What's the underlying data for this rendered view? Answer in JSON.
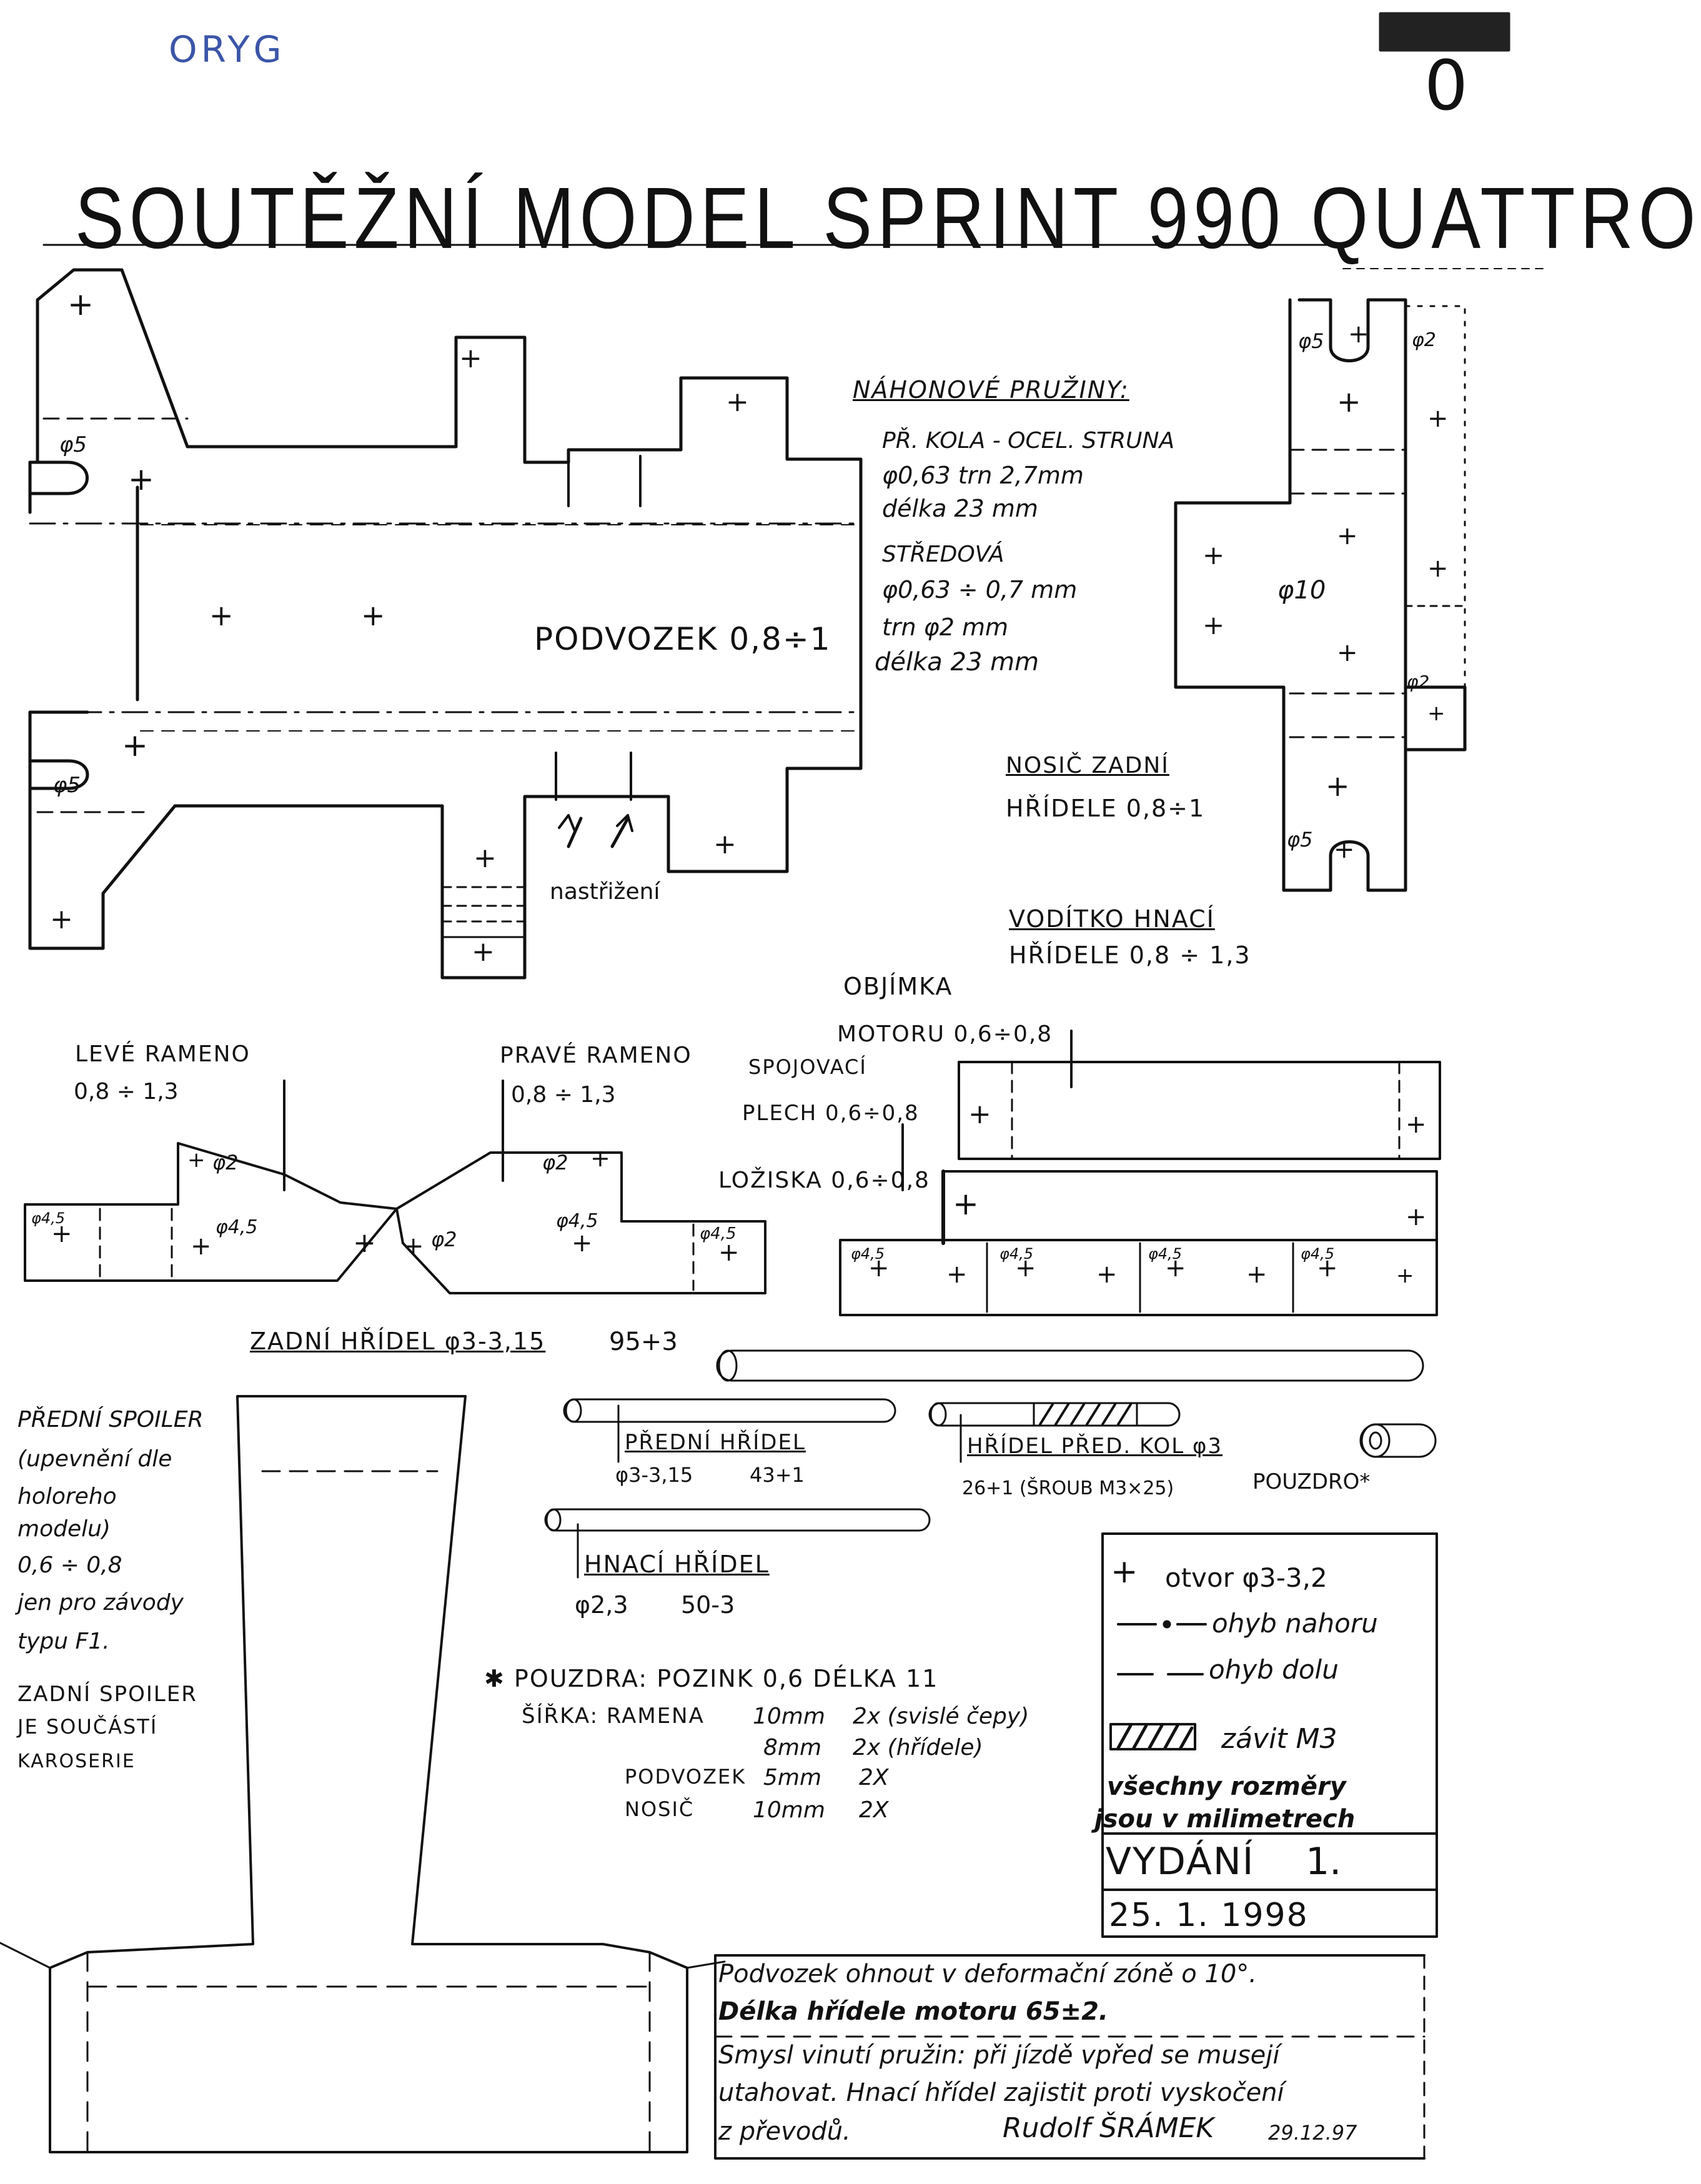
{
  "stamp": "ORYG",
  "sheet_tab_mark": "0",
  "title": "SOUTĚŽNÍ MODEL SPRINT 990 QUATTRO",
  "chassis": {
    "label": "PODVOZEK 0,8÷1",
    "hole_left_top": "φ5",
    "hole_left_bottom": "φ5",
    "cut_note": "nastřižení"
  },
  "springs": {
    "heading": "NÁHONOVÉ PRUŽINY:",
    "front_title": "PŘ. KOLA - OCEL. STRUNA",
    "front_line1": "φ0,63 trn 2,7mm",
    "front_line2": "délka 23 mm",
    "center_title": "STŘEDOVÁ",
    "center_line1": "φ0,63 ÷ 0,7 mm",
    "center_line2": "trn φ2 mm",
    "center_line3": "délka 23 mm"
  },
  "rear_carrier": {
    "hole_top_left": "φ5",
    "hole_top_right": "φ2",
    "hole_center": "φ10",
    "hole_side": "φ2",
    "hole_bottom": "φ5",
    "label_line1": "NOSIČ ZADNÍ",
    "label_line2": "HŘÍDELE 0,8÷1"
  },
  "drive_guide": {
    "line1": "VODÍTKO HNACÍ",
    "line2": "HŘÍDELE 0,8 ÷ 1,3"
  },
  "motor_bracket": {
    "line1": "OBJÍMKA",
    "line2": "MOTORU 0,6÷0,8"
  },
  "connecting_plate": {
    "line1": "SPOJOVACÍ",
    "line2": "PLECH 0,6÷0,8"
  },
  "bearings": {
    "label": "LOŽISKA 0,6÷0,8",
    "holes": [
      "φ4,5",
      "φ4,5",
      "φ4,5",
      "φ4,5"
    ]
  },
  "left_arm": {
    "line1": "LEVÉ RAMENO",
    "line2": "0,8 ÷ 1,3",
    "hole_small": "φ2",
    "hole_mid": "φ4,5",
    "hole_end": "φ4,5"
  },
  "right_arm": {
    "line1": "PRAVÉ RAMENO",
    "line2": "0,8 ÷ 1,3",
    "hole_small": "φ2",
    "hole_center": "φ2",
    "hole_mid": "φ4,5",
    "hole_end": "φ4,5"
  },
  "rear_shaft": {
    "label": "ZADNÍ HŘÍDEL φ3-3,15",
    "length": "95+3"
  },
  "front_shaft": {
    "label": "PŘEDNÍ HŘÍDEL",
    "spec": "φ3-3,15",
    "length": "43+1"
  },
  "wheel_shaft": {
    "label": "HŘÍDEL PŘED. KOL φ3",
    "spec": "26+1 (ŠROUB M3×25)"
  },
  "bushing_label": "POUZDRO*",
  "drive_shaft": {
    "label": "HNACÍ HŘÍDEL",
    "spec": "φ2,3",
    "length": "50-3"
  },
  "front_spoiler": {
    "lines": [
      "PŘEDNÍ SPOILER",
      "(upevnění dle",
      "holoreho",
      "modelu)",
      "0,6 ÷ 0,8",
      "jen pro závody",
      "typu F1."
    ]
  },
  "rear_spoiler": {
    "lines": [
      "ZADNÍ SPOILER",
      "JE SOUČÁSTÍ",
      "KAROSERIE"
    ]
  },
  "bushings_spec": {
    "heading": "✱ POUZDRA: POZINK 0,6 DÉLKA 11",
    "rows": [
      {
        "label": "ŠÍŘKA: RAMENA",
        "size": "10mm",
        "qty": "2x (svislé čepy)"
      },
      {
        "label": "",
        "size": "8mm",
        "qty": "2x (hřídele)"
      },
      {
        "label": "PODVOZEK",
        "size": "5mm",
        "qty": "2X"
      },
      {
        "label": "NOSIČ",
        "size": "10mm",
        "qty": "2X"
      }
    ]
  },
  "legend": {
    "hole": "otvor φ3-3,2",
    "bend_up": "ohyb nahoru",
    "bend_down": "ohyb dolu",
    "thread": "závit M3",
    "units_line1": "všechny rozměry",
    "units_line2": "jsou v milimetrech",
    "edition_label": "VYDÁNÍ",
    "edition_number": "1.",
    "edition_date": "25. 1. 1998"
  },
  "notes": {
    "lines": [
      "Podvozek ohnout v deformační zóně o 10°.",
      "Délka hřídele motoru 65±2.",
      "Smysl vinutí pružin: při jízdě vpřed se musejí",
      "utahovat. Hnací hřídel zajistit proti vyskočení",
      "z převodů."
    ],
    "author": "Rudolf ŠRÁMEK",
    "date": "29.12.97"
  }
}
